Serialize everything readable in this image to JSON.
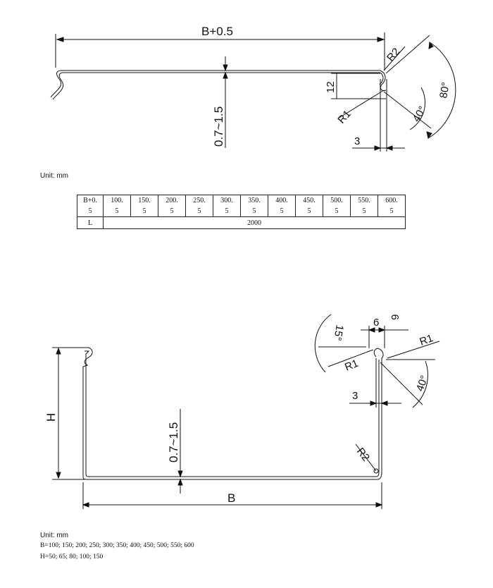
{
  "top_drawing": {
    "dim_width": "B+0.5",
    "dim_thickness": "0.7~1.5",
    "dim_height": "12",
    "dim_offset": "3",
    "radius_outer": "R2",
    "radius_inner": "R1",
    "angle_large": "80°",
    "angle_small": "40°"
  },
  "unit_label_1": "Unit: mm",
  "table": {
    "row1_header": [
      "B+0.",
      "5"
    ],
    "row1_values": [
      [
        "100.",
        "5"
      ],
      [
        "150.",
        "5"
      ],
      [
        "200.",
        "5"
      ],
      [
        "250.",
        "5"
      ],
      [
        "300.",
        "5"
      ],
      [
        "350.",
        "5"
      ],
      [
        "400.",
        "5"
      ],
      [
        "450.",
        "5"
      ],
      [
        "500.",
        "5"
      ],
      [
        "550.",
        "5"
      ],
      [
        "600.",
        "5"
      ]
    ],
    "row2_header": "L",
    "row2_value": "2000"
  },
  "bottom_drawing": {
    "dim_width": "B",
    "dim_height": "H",
    "dim_thickness": "0.7~1.5",
    "dim_gap": "6",
    "dim_small": "9",
    "dim_offset": "3",
    "angle_top": "15°",
    "angle_bottom": "40°",
    "radius_right": "R1",
    "radius_left": "R1",
    "radius_corner": "R2"
  },
  "unit_label_2": "Unit: mm",
  "spec_b": "B=100; 150; 200; 250; 300; 350; 400; 450; 500; 550; 600",
  "spec_h": "H=50; 65; 80; 100; 150"
}
